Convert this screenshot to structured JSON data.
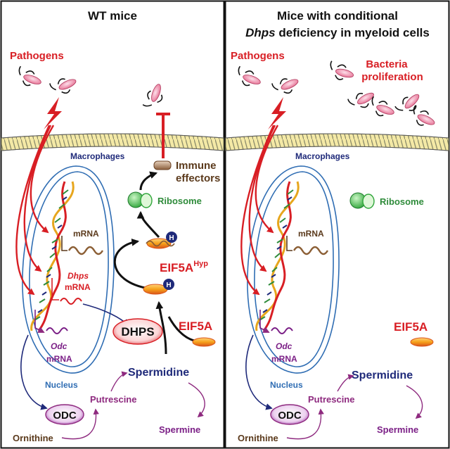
{
  "left": {
    "title": "WT mice",
    "pathogens": "Pathogens",
    "macrophages": "Macrophages",
    "immune_line1": "Immune",
    "immune_line2": "effectors",
    "ribosome": "Ribosome",
    "mrna": "mRNA",
    "dhps_mrna_italic": "Dhps",
    "dhps_mrna_suffix": "mRNA",
    "eif5a_hyp_base": "EIF5A",
    "eif5a_hyp_sup": "Hyp",
    "dhps": "DHPS",
    "eif5a": "EIF5A",
    "odc_mrna_italic": "Odc",
    "odc_mrna_suffix": "mRNA",
    "nucleus": "Nucleus",
    "spermidine": "Spermidine",
    "putrescine": "Putrescine",
    "odc": "ODC",
    "ornithine": "Ornithine",
    "spermine": "Spermine",
    "h_badge": "H"
  },
  "right": {
    "title_line1": "Mice with conditional",
    "title_line2_italic": "Dhps",
    "title_line2_rest": " deficiency in myeloid cells",
    "pathogens": "Pathogens",
    "bacteria_line1": "Bacteria",
    "bacteria_line2": "proliferation",
    "macrophages": "Macrophages",
    "ribosome": "Ribosome",
    "mrna": "mRNA",
    "eif5a": "EIF5A",
    "odc_mrna_italic": "Odc",
    "odc_mrna_suffix": "mRNA",
    "nucleus": "Nucleus",
    "spermidine": "Spermidine",
    "putrescine": "Putrescine",
    "odc": "ODC",
    "ornithine": "Ornithine",
    "spermine": "Spermine"
  },
  "colors": {
    "red": "#d81e24",
    "navy": "#1f2a7a",
    "brown": "#5b3a1c",
    "purple": "#7b1f86",
    "green": "#2e8b3a",
    "nucleus_blue": "#2f6db3",
    "orange": "#f36f21"
  }
}
